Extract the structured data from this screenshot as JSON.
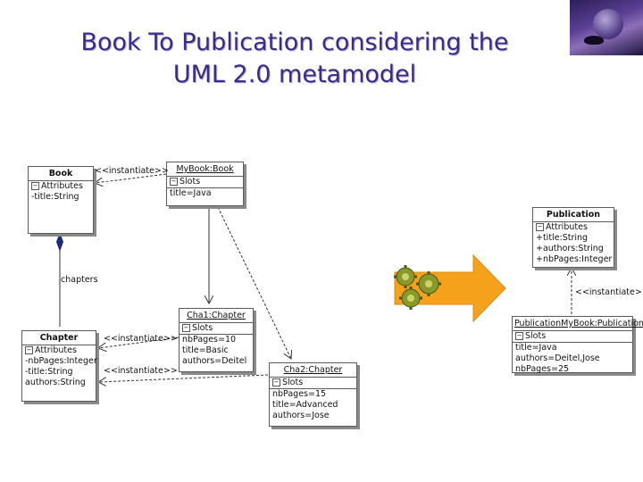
{
  "title": {
    "line1": "Book To Publication considering the",
    "line2": "UML 2.0 metamodel"
  },
  "left_model": {
    "book_class": {
      "name": "Book",
      "section": "Attributes",
      "attrs": [
        "-title:String"
      ]
    },
    "book_instance": {
      "name": "MyBook:Book",
      "section": "Slots",
      "slots": [
        "title=Java"
      ]
    },
    "chapter_class": {
      "name": "Chapter",
      "section": "Attributes",
      "attrs": [
        "-nbPages:Integer",
        "-title:String",
        "authors:String"
      ]
    },
    "chapter1": {
      "name": "Cha1:Chapter",
      "section": "Slots",
      "slots": [
        "nbPages=10",
        "title=Basic",
        "authors=Deitel"
      ]
    },
    "chapter2": {
      "name": "Cha2:Chapter",
      "section": "Slots",
      "slots": [
        "nbPages=15",
        "title=Advanced",
        "authors=Jose"
      ]
    },
    "labels": {
      "instantiate_book": "<<instantiate>>",
      "instantiate_cha1": "<<instantiate>>",
      "instantiate_cha2": "<<instantiate>>",
      "chapters": "chapters"
    }
  },
  "right_model": {
    "publication_class": {
      "name": "Publication",
      "section": "Attributes",
      "attrs": [
        "+title:String",
        "+authors:String",
        "+nbPages:Integer"
      ]
    },
    "publication_instance": {
      "name": "PublicationMyBook:Publication",
      "section": "Slots",
      "slots": [
        "title=Java",
        "authors=Deitel,Jose",
        "nbPages=25"
      ]
    },
    "instantiate_label": "<<instantiate>>"
  },
  "colors": {
    "title": "#3b2a86",
    "arrow": "#f5a11c",
    "gear": "#8a9a2a"
  },
  "icons": [
    "gear-icon",
    "transformation-arrow-icon",
    "collapse-minus-icon"
  ]
}
